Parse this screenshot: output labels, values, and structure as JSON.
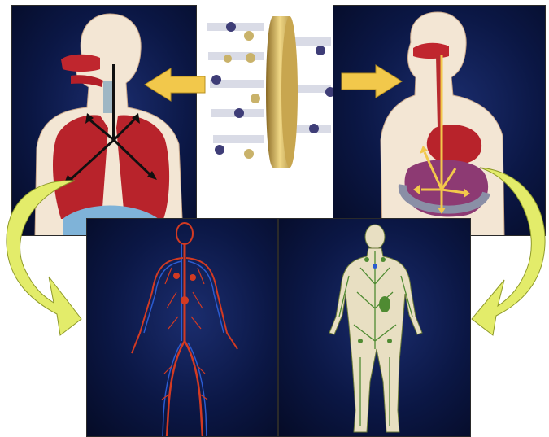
{
  "figure": {
    "panels": [
      {
        "id": "respiratory",
        "icon": "respiratory-system-icon"
      },
      {
        "id": "membrane",
        "icon": "cell-membrane-diffusion-icon"
      },
      {
        "id": "digestive",
        "icon": "digestive-system-icon"
      },
      {
        "id": "circulatory",
        "icon": "circulatory-system-icon"
      },
      {
        "id": "lymphatic",
        "icon": "lymphatic-system-icon"
      }
    ],
    "arrows": [
      {
        "from": "membrane",
        "to": "respiratory",
        "color": "#f2c84b"
      },
      {
        "from": "membrane",
        "to": "digestive",
        "color": "#f2c84b"
      },
      {
        "from": "respiratory",
        "to": "circulatory",
        "color": "#e3ec6a"
      },
      {
        "from": "digestive",
        "to": "lymphatic",
        "color": "#e3ec6a"
      }
    ],
    "colors": {
      "background": "#0b1745",
      "body_skin": "#f3e6d4",
      "organ_red": "#c0262e",
      "artery": "#d33a22",
      "vein": "#2b5bd0",
      "lymph": "#4f8b32",
      "arrow_yellow": "#f2c84b",
      "arrow_lime": "#e3ec6a"
    }
  }
}
